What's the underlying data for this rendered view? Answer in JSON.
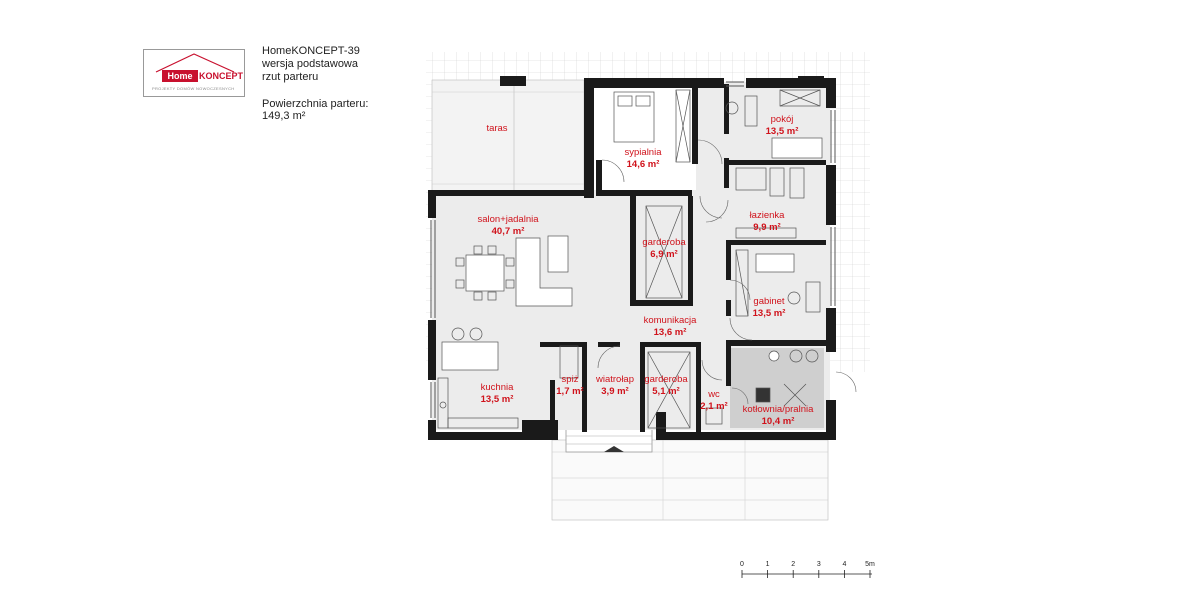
{
  "logo": {
    "brand_left": "Home",
    "brand_right": "KONCEPT",
    "tagline": "PROJEKTY DOMÓW NOWOCZESNYCH"
  },
  "header": {
    "project": "HomeKONCEPT-39",
    "variant": "wersja podstawowa",
    "view": "rzut parteru",
    "area_label": "Powierzchnia parteru:",
    "area_value": "149,3 m²"
  },
  "rooms": {
    "taras": {
      "name": "taras"
    },
    "sypialnia": {
      "name": "sypialnia",
      "area": "14,6 m²"
    },
    "pokoj": {
      "name": "pokój",
      "area": "13,5 m²"
    },
    "salon": {
      "name": "salon+jadalnia",
      "area": "40,7 m²"
    },
    "garderoba1": {
      "name": "garderoba",
      "area": "6,9 m²"
    },
    "lazienka": {
      "name": "łazienka",
      "area": "9,9 m²"
    },
    "gabinet": {
      "name": "gabinet",
      "area": "13,5 m²"
    },
    "komunikacja": {
      "name": "komunikacja",
      "area": "13,6 m²"
    },
    "kuchnia": {
      "name": "kuchnia",
      "area": "13,5 m²"
    },
    "spiz": {
      "name": "spiż",
      "area": "1,7 m²"
    },
    "wiatrolap": {
      "name": "wiatrołap",
      "area": "3,9 m²"
    },
    "garderoba2": {
      "name": "garderoba",
      "area": "5,1 m²"
    },
    "wc": {
      "name": "wc",
      "area": "2,1 m²"
    },
    "kotlownia": {
      "name": "kotłownia/pralnia",
      "area": "10,4 m²"
    }
  },
  "scale": {
    "ticks": [
      "0",
      "1",
      "2",
      "3",
      "4",
      "5m"
    ]
  },
  "colors": {
    "label": "#d0121b",
    "wall": "#1a1a1a",
    "floor": "#ececec",
    "boiler_room": "#cfcfcf"
  }
}
